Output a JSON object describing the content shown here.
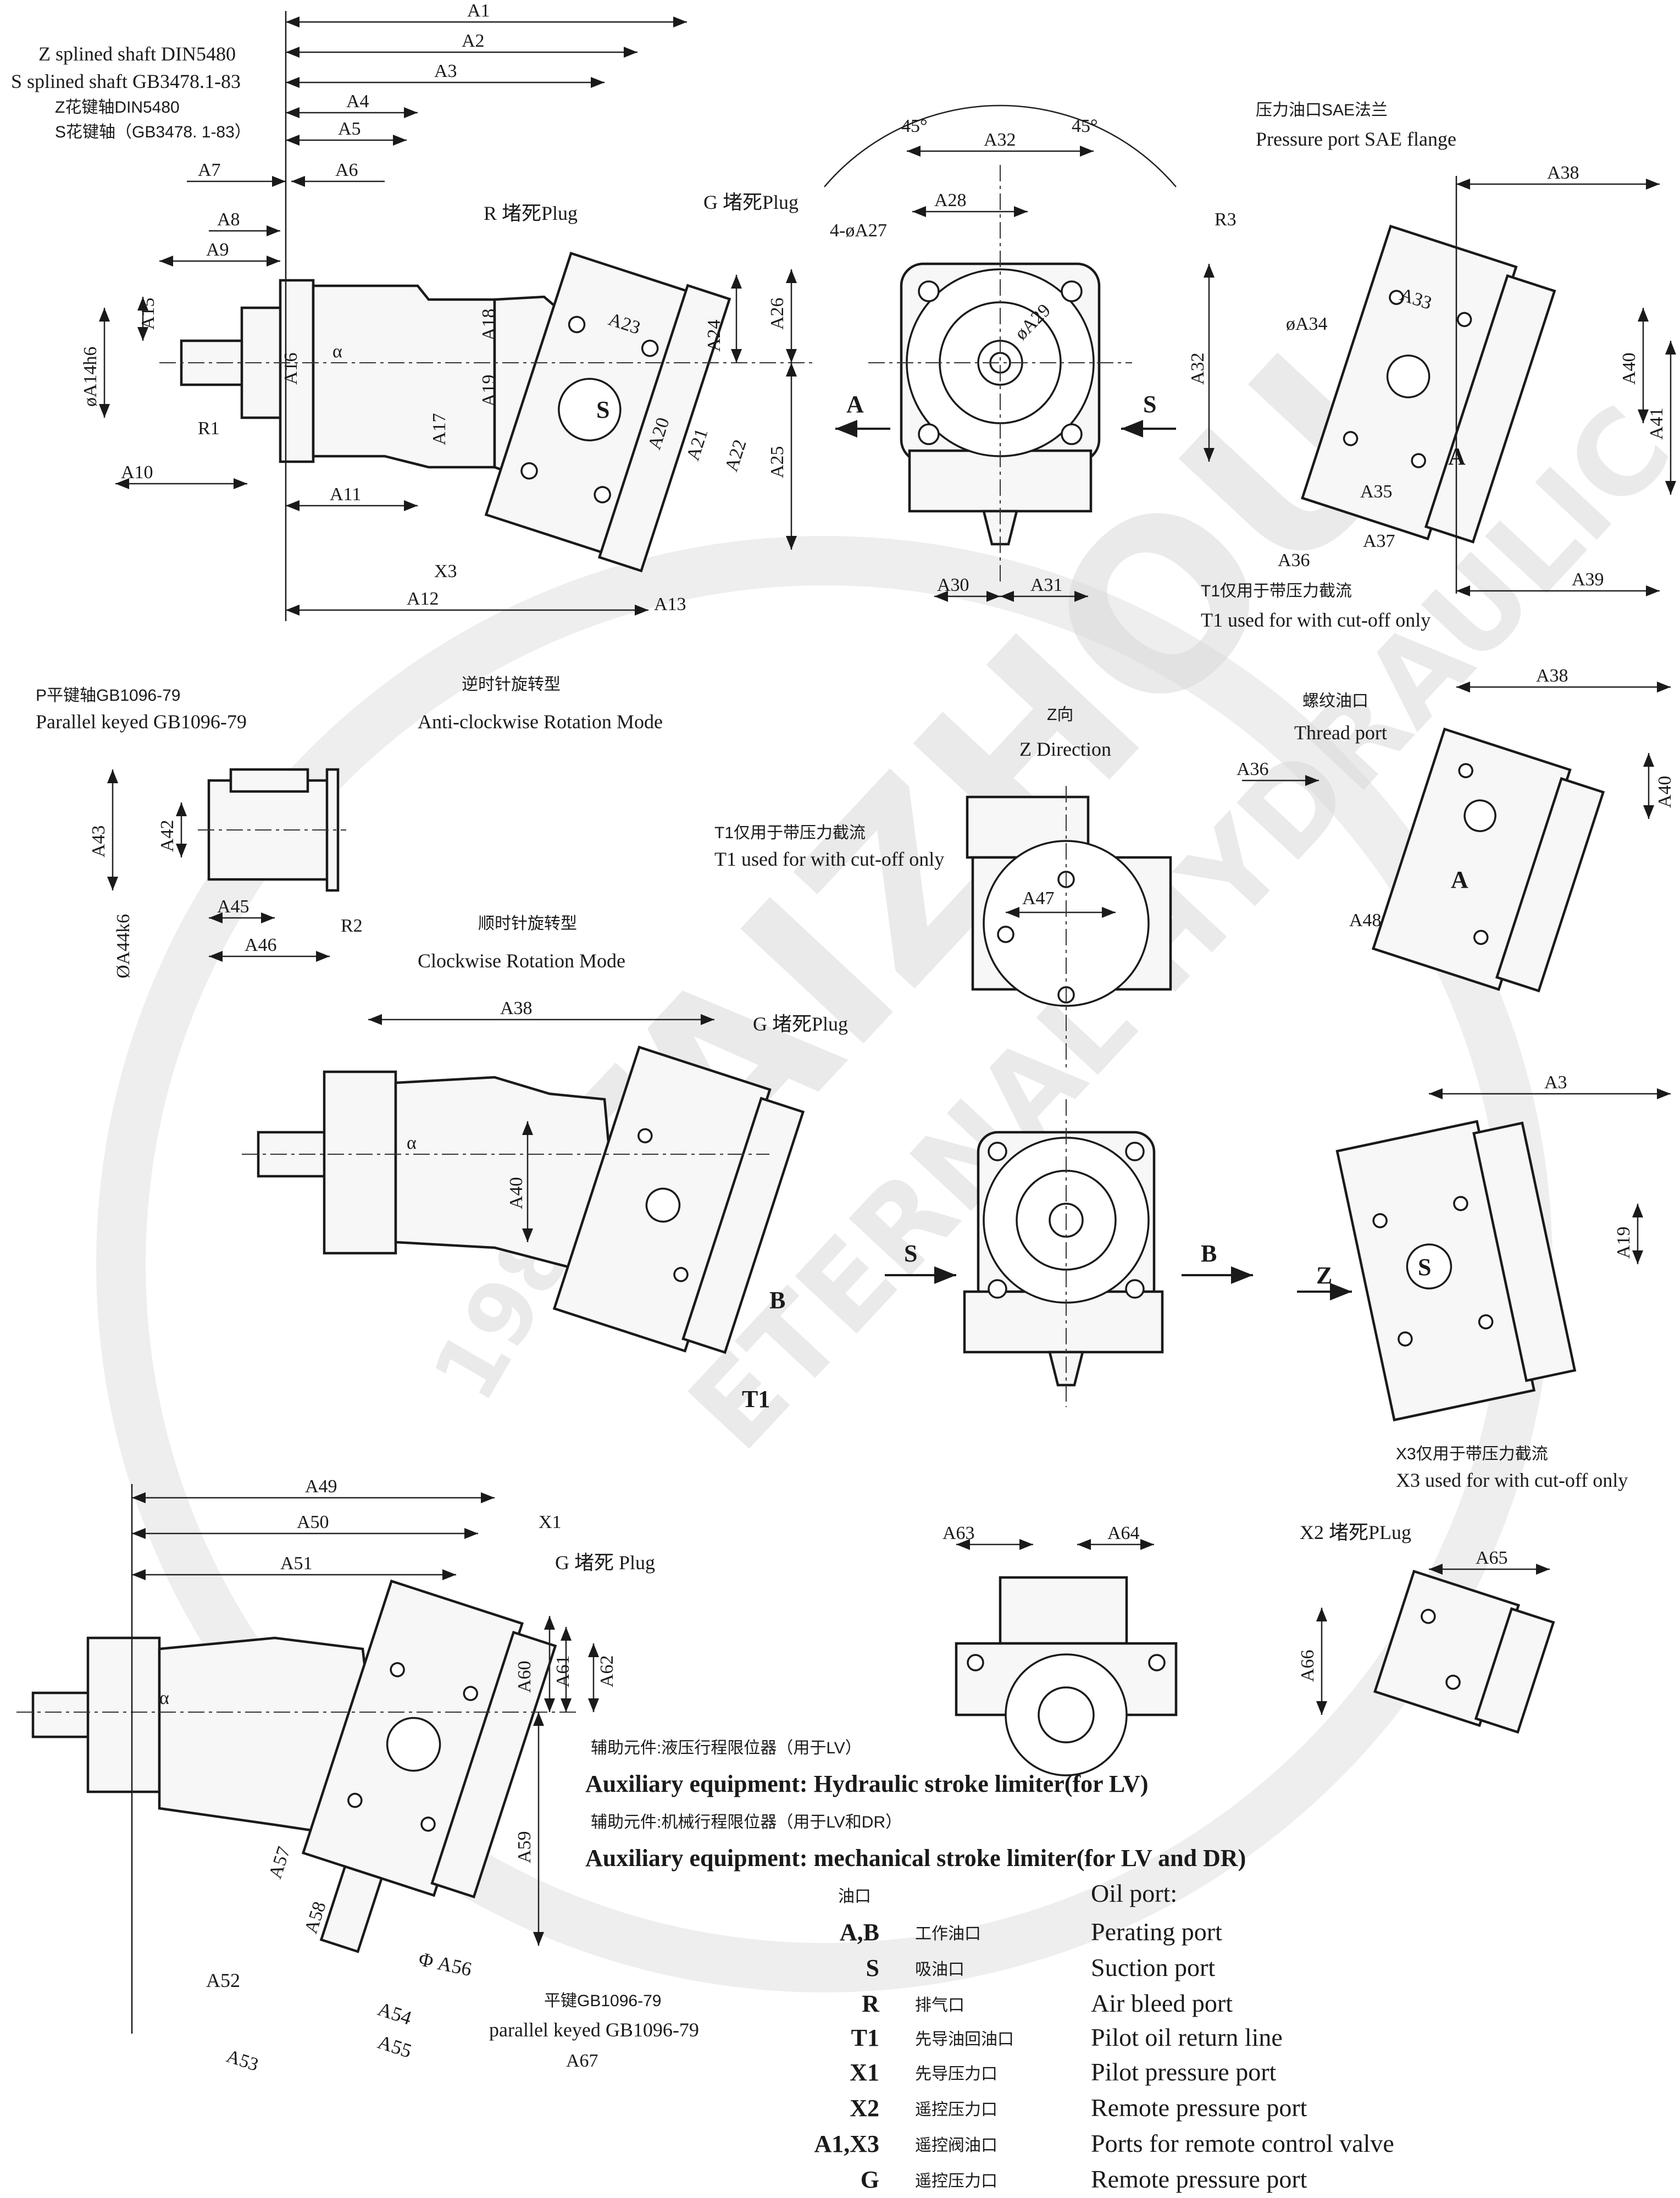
{
  "views": {
    "top_left": {
      "shaft_labels": [
        "Z splined shaft DIN5480",
        "S splined shaft GB3478.1-83",
        "Z花键轴DIN5480",
        "S花键轴（GB3478. 1-83）"
      ],
      "dims": [
        "A1",
        "A2",
        "A3",
        "A4",
        "A5",
        "A6",
        "A7",
        "A8",
        "A9",
        "A10",
        "A11",
        "A12",
        "A13",
        "A15",
        "A16",
        "A17",
        "A18",
        "A19",
        "A20",
        "A21",
        "A22",
        "A23",
        "A24",
        "A25",
        "A26",
        "øA14h6",
        "R1",
        "X3",
        "α",
        "S"
      ],
      "plug_r": "R 堵死Plug",
      "plug_g": "G 堵死Plug"
    },
    "top_mid": {
      "angle_left": "45°",
      "angle_right": "45°",
      "dims": [
        "A32",
        "A28",
        "4-øA27",
        "øA29",
        "R3",
        "A32",
        "A30",
        "A31"
      ],
      "arrow_a": "A",
      "arrow_s": "S"
    },
    "top_right": {
      "title_cn": "压力油口SAE法兰",
      "title_en": "Pressure port SAE flange",
      "dims": [
        "A38",
        "A33",
        "øA34",
        "A40",
        "A41",
        "A35",
        "A36",
        "A37",
        "A39"
      ],
      "port_a": "A",
      "note_cn": "T1仅用于带压力截流",
      "note_en": "T1 used for with cut-off only"
    },
    "keyed_shaft": {
      "title_cn": "P平键轴GB1096-79",
      "title_en": "Parallel keyed GB1096-79",
      "dims": [
        "A43",
        "A42",
        "A45",
        "A46",
        "ØA44k6",
        "R2"
      ]
    },
    "rotation": {
      "acw_cn": "逆时针旋转型",
      "acw_en": "Anti-clockwise Rotation Mode",
      "cw_cn": "顺时针旋转型",
      "cw_en": "Clockwise Rotation Mode"
    },
    "z_direction": {
      "title_cn": "Z向",
      "title_en": "Z Direction",
      "note_cn": "T1仅用于带压力截流",
      "note_en": "T1 used for with cut-off only",
      "dim": "A47"
    },
    "thread_port": {
      "title_cn": "螺纹油口",
      "title_en": "Thread port",
      "dims": [
        "A38",
        "A36",
        "A40",
        "A48"
      ],
      "port_a": "A"
    },
    "cw_view": {
      "dims": [
        "A38",
        "A40",
        "α"
      ],
      "plug_g": "G 堵死Plug",
      "label_b": "B",
      "label_t1": "T1"
    },
    "front_view": {
      "label_s": "S",
      "label_b": "B"
    },
    "side_view": {
      "dims": [
        "A3",
        "A19"
      ],
      "label_z": "Z",
      "label_s": "S",
      "note_cn": "X3仅用于带压力截流",
      "note_en": "X3 used for with cut-off only"
    },
    "bottom_left": {
      "dims": [
        "A49",
        "A50",
        "A51",
        "A52",
        "A53",
        "A54",
        "A55",
        "A57",
        "A58",
        "A59",
        "A60",
        "A61",
        "A62",
        "A67",
        "α"
      ],
      "dim_a56": "Φ A56",
      "x1": "X1",
      "plug_g": "G 堵死 Plug",
      "keyed_cn": "平键GB1096-79",
      "keyed_en": "parallel keyed GB1096-79"
    },
    "bottom_mid": {
      "dims": [
        "A63",
        "A64"
      ]
    },
    "bottom_right": {
      "title": "X2 堵死PLug",
      "dims": [
        "A65",
        "A66"
      ]
    }
  },
  "auxiliary": {
    "hyd_cn": "辅助元件:液压行程限位器（用于LV）",
    "hyd_en": "Auxiliary equipment: Hydraulic stroke limiter(for LV)",
    "mech_cn": "辅助元件:机械行程限位器（用于LV和DR）",
    "mech_en": "Auxiliary equipment: mechanical stroke limiter(for LV and DR)"
  },
  "oil_ports": {
    "header_cn": "油口",
    "header_en": "Oil port:",
    "rows": [
      {
        "code": "A,B",
        "cn": "工作油口",
        "en": "Perating port"
      },
      {
        "code": "S",
        "cn": "吸油口",
        "en": "Suction port"
      },
      {
        "code": "R",
        "cn": "排气口",
        "en": "Air bleed port"
      },
      {
        "code": "T1",
        "cn": "先导油回油口",
        "en": "Pilot oil return line"
      },
      {
        "code": "X1",
        "cn": "先导压力口",
        "en": "Pilot pressure port"
      },
      {
        "code": "X2",
        "cn": "遥控压力口",
        "en": "Remote pressure port"
      },
      {
        "code": "A1,X3",
        "cn": "遥控阀油口",
        "en": "Ports for remote control valve"
      },
      {
        "code": "G",
        "cn": "遥控压力口",
        "en": "Remote pressure port"
      }
    ]
  },
  "watermark": {
    "brand": "TAIZHOU",
    "sub": "ETERNAL HYDRAULIC",
    "year": "1986"
  }
}
